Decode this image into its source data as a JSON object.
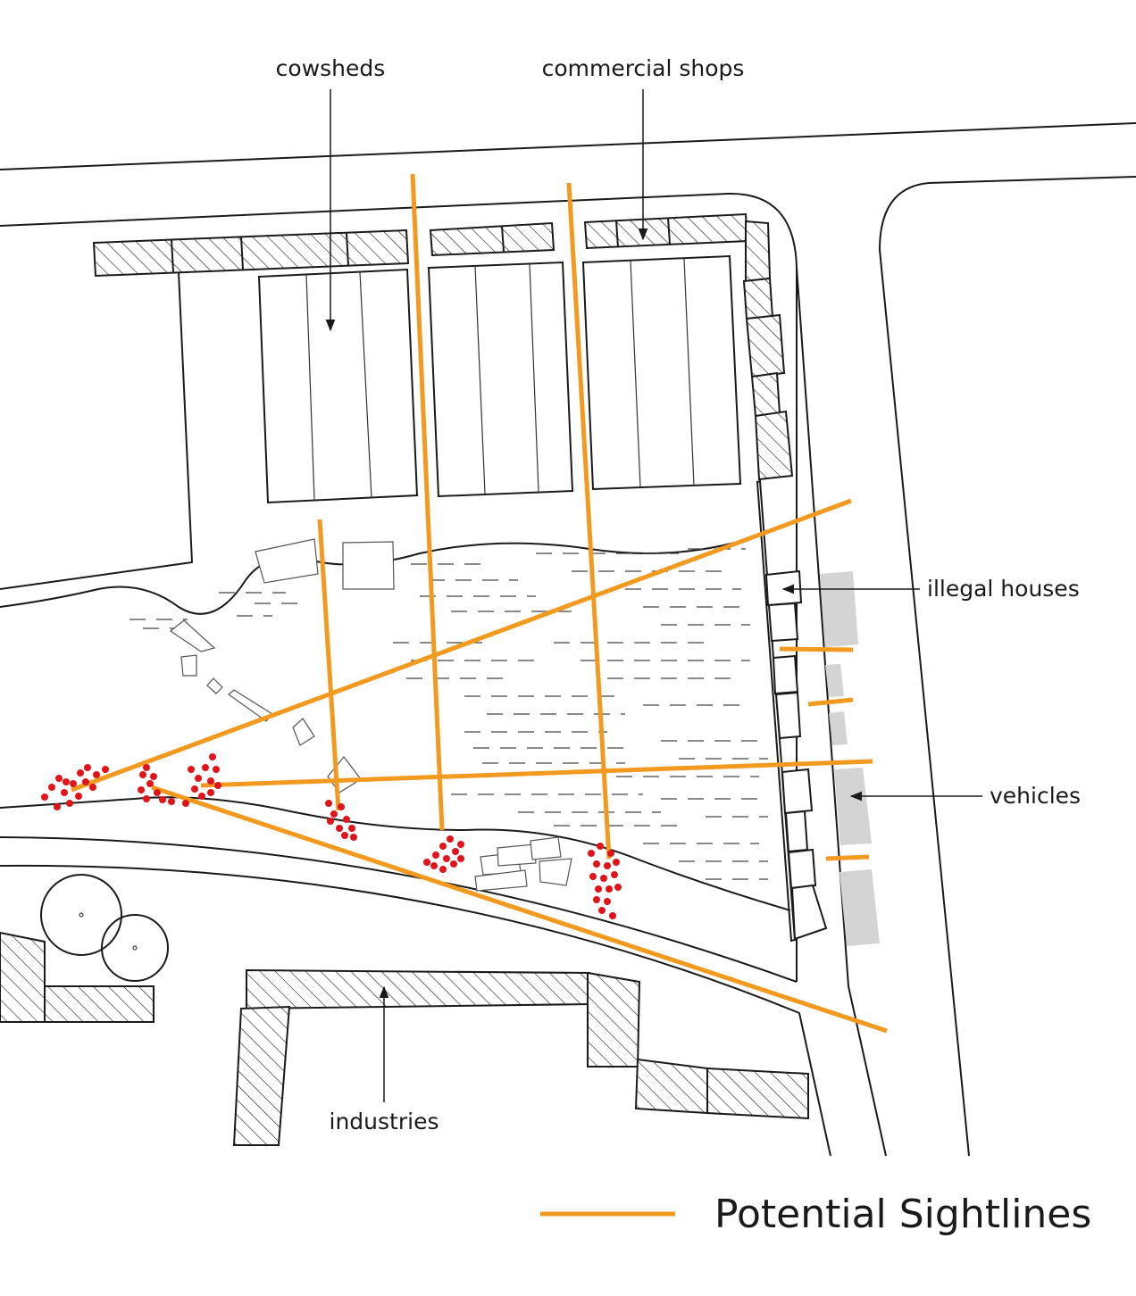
{
  "labels": {
    "cowsheds": "cowsheds",
    "commercial_shops": "commercial shops",
    "illegal_houses": "illegal houses",
    "vehicles": "vehicles",
    "industries": "industries"
  },
  "legend": {
    "sightlines": "Potential Sightlines"
  },
  "colors": {
    "sightline": "#f29a1f",
    "people_dots": "#e0151c",
    "vehicles": "#d4d4d4",
    "ink": "#1a1a1a"
  }
}
